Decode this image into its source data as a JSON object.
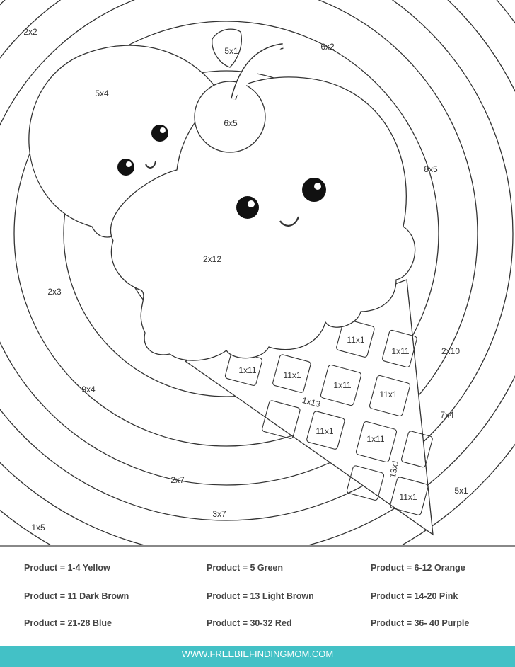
{
  "labels": [
    "2x2",
    "5x1",
    "6x2",
    "5x4",
    "6x5",
    "8x5",
    "2x12",
    "2x3",
    "11x1",
    "1x11",
    "2x10",
    "1x11",
    "11x1",
    "1x11",
    "11x1",
    "9x4",
    "1x13",
    "7x4",
    "11x1",
    "1x11",
    "13x1",
    "2x7",
    "5x1",
    "11x1",
    "3x7",
    "1x5"
  ],
  "legend": [
    "Product = 1-4 Yellow",
    "Product = 5 Green",
    "Product = 6-12 Orange",
    "Product = 11 Dark Brown",
    "Product = 13 Light Brown",
    "Product = 14-20 Pink",
    "Product = 21-28 Blue",
    "Product = 30-32 Red",
    "Product = 36- 40 Purple"
  ],
  "footer": "WWW.FREEBIEFINDINGMOM.COM",
  "colors": {
    "footer_band": "#43c1c6",
    "line": "#333333"
  }
}
